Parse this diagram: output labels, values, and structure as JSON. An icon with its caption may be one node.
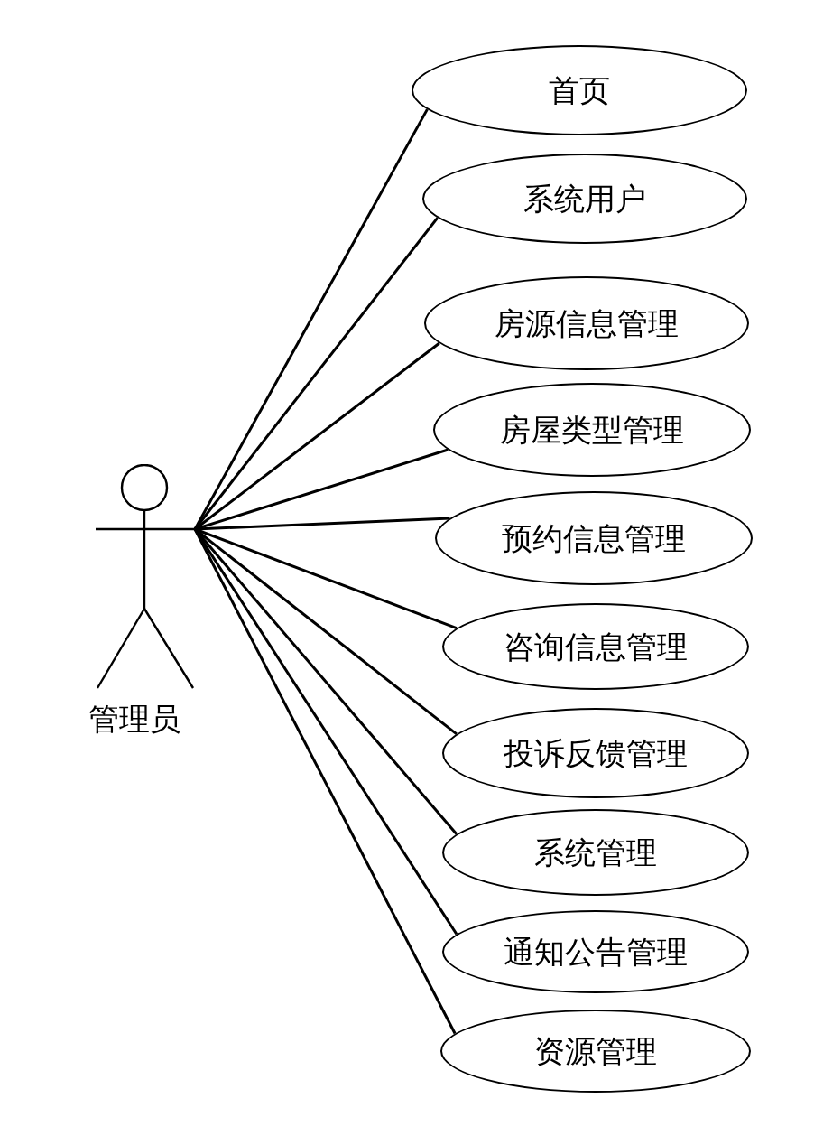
{
  "diagram": {
    "nodes": [
      {
        "text": [
          "管理员"
        ]
      },
      {
        "text": [
          "首页"
        ]
      },
      {
        "text": [
          "系统用户"
        ]
      },
      {
        "text": [
          "房源信息管理"
        ]
      },
      {
        "text": [
          "房屋类型管理"
        ]
      },
      {
        "text": [
          "预约信息管理"
        ]
      },
      {
        "text": [
          "咨询信息管理"
        ]
      },
      {
        "text": [
          "投诉反馈管理"
        ]
      },
      {
        "text": [
          "系统管理"
        ]
      },
      {
        "text": [
          "通知公告管理"
        ]
      },
      {
        "text": [
          "资源管理"
        ]
      }
    ],
    "edges": [
      {
        "from": 0,
        "to": 1,
        "arrow": "none"
      },
      {
        "from": 0,
        "to": 2,
        "arrow": "none"
      },
      {
        "from": 0,
        "to": 3,
        "arrow": "none"
      },
      {
        "from": 0,
        "to": 4,
        "arrow": "none"
      },
      {
        "from": 0,
        "to": 5,
        "arrow": "none"
      },
      {
        "from": 0,
        "to": 6,
        "arrow": "none"
      },
      {
        "from": 0,
        "to": 7,
        "arrow": "none"
      },
      {
        "from": 0,
        "to": 8,
        "arrow": "none"
      },
      {
        "from": 0,
        "to": 9,
        "arrow": "none"
      },
      {
        "from": 0,
        "to": 10,
        "arrow": "none"
      }
    ]
  }
}
